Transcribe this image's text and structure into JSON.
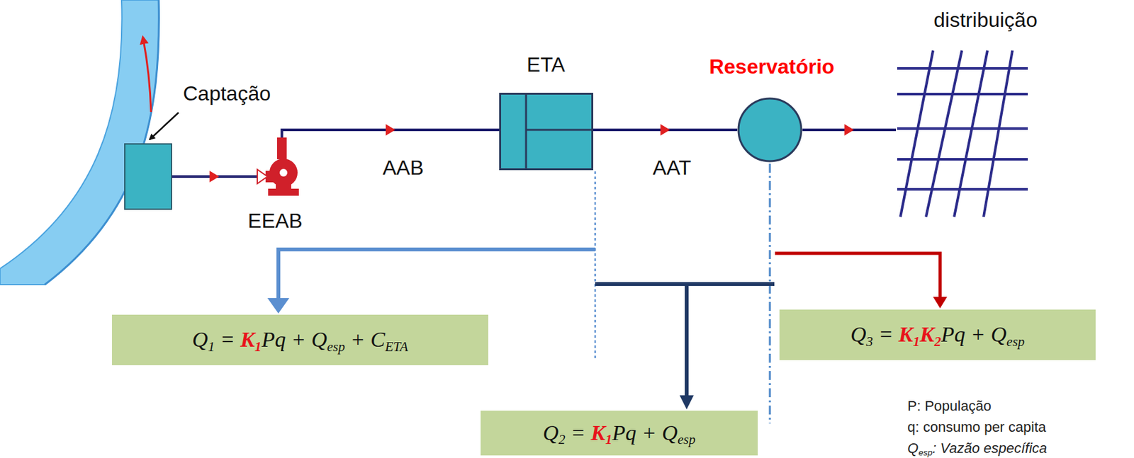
{
  "diagram": {
    "nodes": [
      {
        "text": [
          "Captação"
        ]
      },
      {
        "text": [
          "EEAB"
        ]
      },
      {
        "text": [
          "ETA"
        ]
      },
      {
        "text": [
          "Reservatório"
        ]
      },
      {
        "text": [
          "distribuição"
        ]
      },
      {
        "text": [
          "Q1 = K1Pq + Qesp + CETA"
        ]
      },
      {
        "text": [
          "Q2 = K1Pq + Qesp"
        ]
      },
      {
        "text": [
          "Q3 = K1K2Pq + Qesp"
        ]
      }
    ],
    "edges": [
      {
        "from": 0,
        "to": 1,
        "arrow": "to"
      },
      {
        "from": 1,
        "to": 2,
        "arrow": "to",
        "label": "AAB"
      },
      {
        "from": 2,
        "to": 3,
        "arrow": "to",
        "label": "AAT"
      },
      {
        "from": 3,
        "to": 4,
        "arrow": "to"
      }
    ],
    "labels": [
      "P: População",
      "q: consumo per capita",
      "Qesp: Vazão específica"
    ]
  }
}
